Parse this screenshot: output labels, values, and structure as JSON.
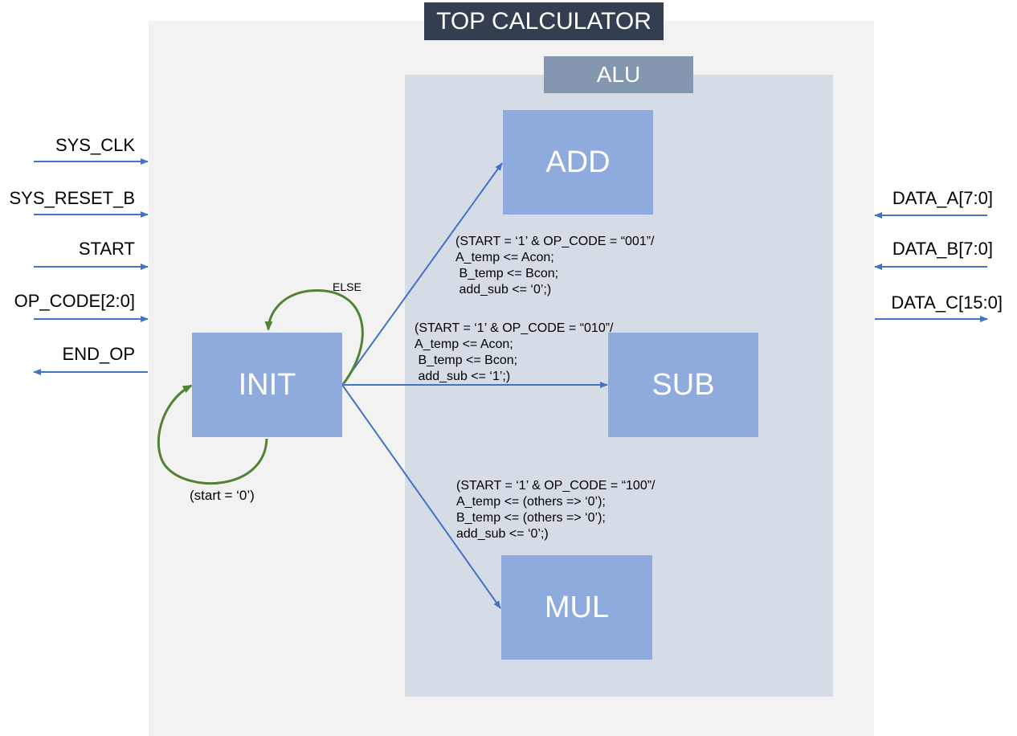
{
  "title": "TOP CALCULATOR",
  "alu_title": "ALU",
  "states": {
    "init": "INIT",
    "add": "ADD",
    "sub": "SUB",
    "mul": "MUL"
  },
  "inputs": [
    "SYS_CLK",
    "SYS_RESET_B",
    "START",
    "OP_CODE[2:0]"
  ],
  "outputs_left": [
    "END_OP"
  ],
  "right_ports": [
    "DATA_A[7:0]",
    "DATA_B[7:0]",
    "DATA_C[15:0]"
  ],
  "loops": {
    "else_label": "ELSE",
    "start_label": "(start = ‘0’)"
  },
  "transitions": {
    "add": [
      "(START = ‘1’ & OP_CODE = “001”/",
      "A_temp <= Acon;",
      " B_temp <= Bcon;",
      " add_sub <= ‘0’;)"
    ],
    "sub": [
      "(START = ‘1’ & OP_CODE = “010”/",
      "A_temp <= Acon;",
      " B_temp <= Bcon;",
      " add_sub <= ‘1’;)"
    ],
    "mul": [
      "(START = ‘1’ & OP_CODE = “100”/",
      "A_temp <= (others => ‘0’);",
      "B_temp <= (others => ‘0’);",
      "add_sub <= ‘0’;)"
    ]
  },
  "colors": {
    "arrow": "#4472c4",
    "loop": "#548235",
    "state_fill": "#8faadc",
    "title_bg": "#333f50",
    "alu_title_bg": "#8497b0",
    "alu_bg": "#d6dce5",
    "outer_bg": "#f2f2f2"
  }
}
